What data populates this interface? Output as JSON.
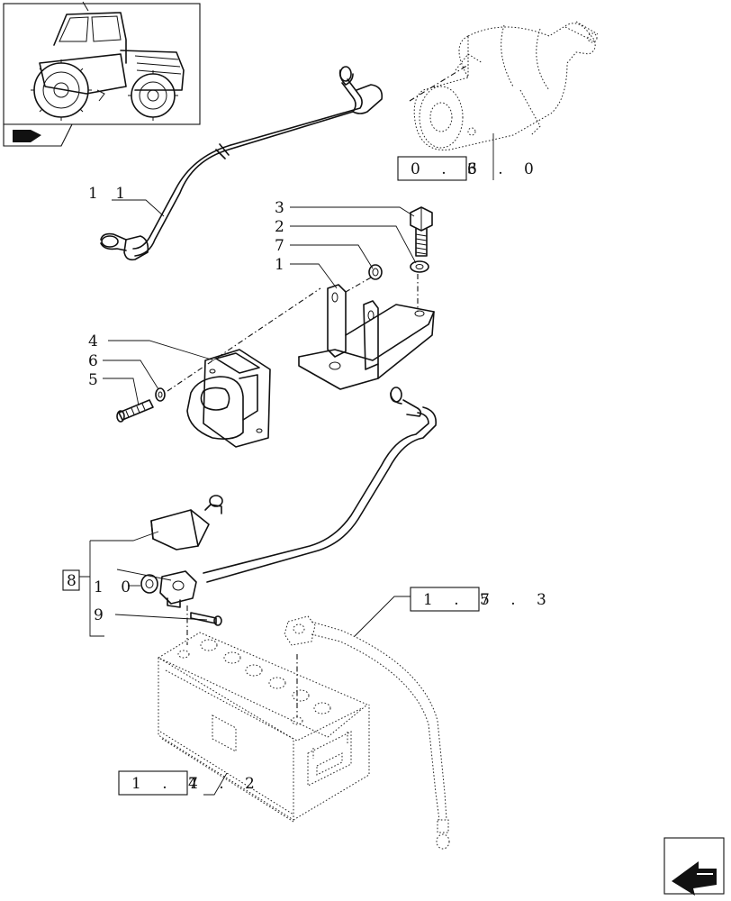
{
  "callouts": {
    "c11": "1 1",
    "c3": "3",
    "c2": "2",
    "c7": "7",
    "c1": "1",
    "c4": "4",
    "c6": "6",
    "c5": "5",
    "c8": "8",
    "c10": "1 0",
    "c9": "9"
  },
  "references": {
    "starter_ref": {
      "boxed": "0 . 3",
      "tail": "6 . 0"
    },
    "cable_ref": {
      "boxed": "1 . 7",
      "tail": "5 . 3"
    },
    "battery_ref": {
      "boxed": "1 . 7",
      "tail": "4 . 2"
    }
  },
  "icons": {
    "thumbnail": "tractor-thumbnail-icon",
    "book": "catalogue-book-icon",
    "nav": "next-page-arrow-icon"
  },
  "colors": {
    "line": "#111111",
    "background": "#ffffff"
  }
}
